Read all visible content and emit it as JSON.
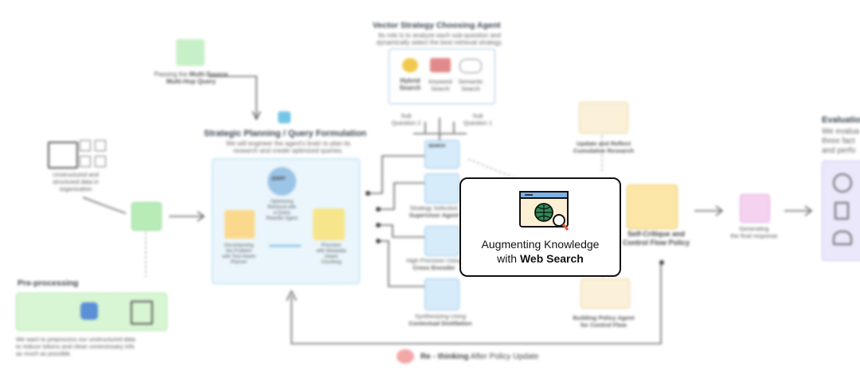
{
  "vector_agent": {
    "title": "Vector Strategy Choosing Agent",
    "desc_1": "Its role is to analyze each sub-question and",
    "desc_2": "dynamically select the best retrieval strategy.",
    "hybrid_1": "Hybrid",
    "hybrid_2": "Search",
    "keyword_1": "Keyword",
    "keyword_2": "Search",
    "semantic_1": "Semantic",
    "semantic_2": "Search",
    "sub_q2_1": "Sub",
    "sub_q2_2": "Question 2",
    "sub_q1_1": "Sub",
    "sub_q1_2": "Question 1",
    "search_tag": "SEARCH"
  },
  "passing": {
    "line1_prefix": "Passing the ",
    "line1_bold": "Multi-Source",
    "line2": "Multi-Hop Query"
  },
  "planning": {
    "title": "Strategic Planning / Query Formulation",
    "desc_1": "We will engineer the agent's brain to plan its",
    "desc_2": "research and create optimized queries.",
    "optimizing_1": "Optimizing",
    "optimizing_2": "Retrieval with",
    "optimizing_3": "a Query",
    "optimizing_4": "Rewriter Agent",
    "query_tag": "QUERY",
    "decomp_1": "Decomposing",
    "decomp_2": "the Problem",
    "decomp_3": "with Tool-Aware",
    "decomp_4": "Planner",
    "precision_1": "Precision",
    "precision_2": "with Metadata",
    "precision_3": "Aware",
    "precision_4": "Chunking"
  },
  "data_source": {
    "line1": "Unstructured and",
    "line2": "structured data in",
    "line3": "organization"
  },
  "preprocessing": {
    "title": "Pre-processing",
    "desc_1": "We want to preprocess our unstructured data",
    "desc_2": "to reduce tokens and clean unnecessary info",
    "desc_3": "as much as possible."
  },
  "middle": {
    "strategy_1": "Strategy Selection",
    "strategy_2": "Supervisor Agent",
    "precision_1": "High Precision Using",
    "precision_2": "Cross Encoder",
    "synth_1": "Synthesizing Using",
    "synth_2": "Contextual Distillation"
  },
  "right": {
    "update_1": "Update and Reflect",
    "update_2": "Cumulative Research",
    "critique_1": "Self-Critique and",
    "critique_2": "Control Flow Policy",
    "policy_1": "Building Policy Agent",
    "policy_2": "for Control Flow",
    "generating_1": "Generating",
    "generating_2": "the final response"
  },
  "evaluation": {
    "title": "Evaluation",
    "desc_1": "We evalua",
    "desc_2": "three fact",
    "desc_3": "and perfo"
  },
  "rethinking": {
    "bold": "Re - thinking",
    "rest": " After Policy Update"
  },
  "popup": {
    "line1": "Augmenting Knowledge",
    "line2_prefix": "with ",
    "line2_bold": "Web Search"
  }
}
